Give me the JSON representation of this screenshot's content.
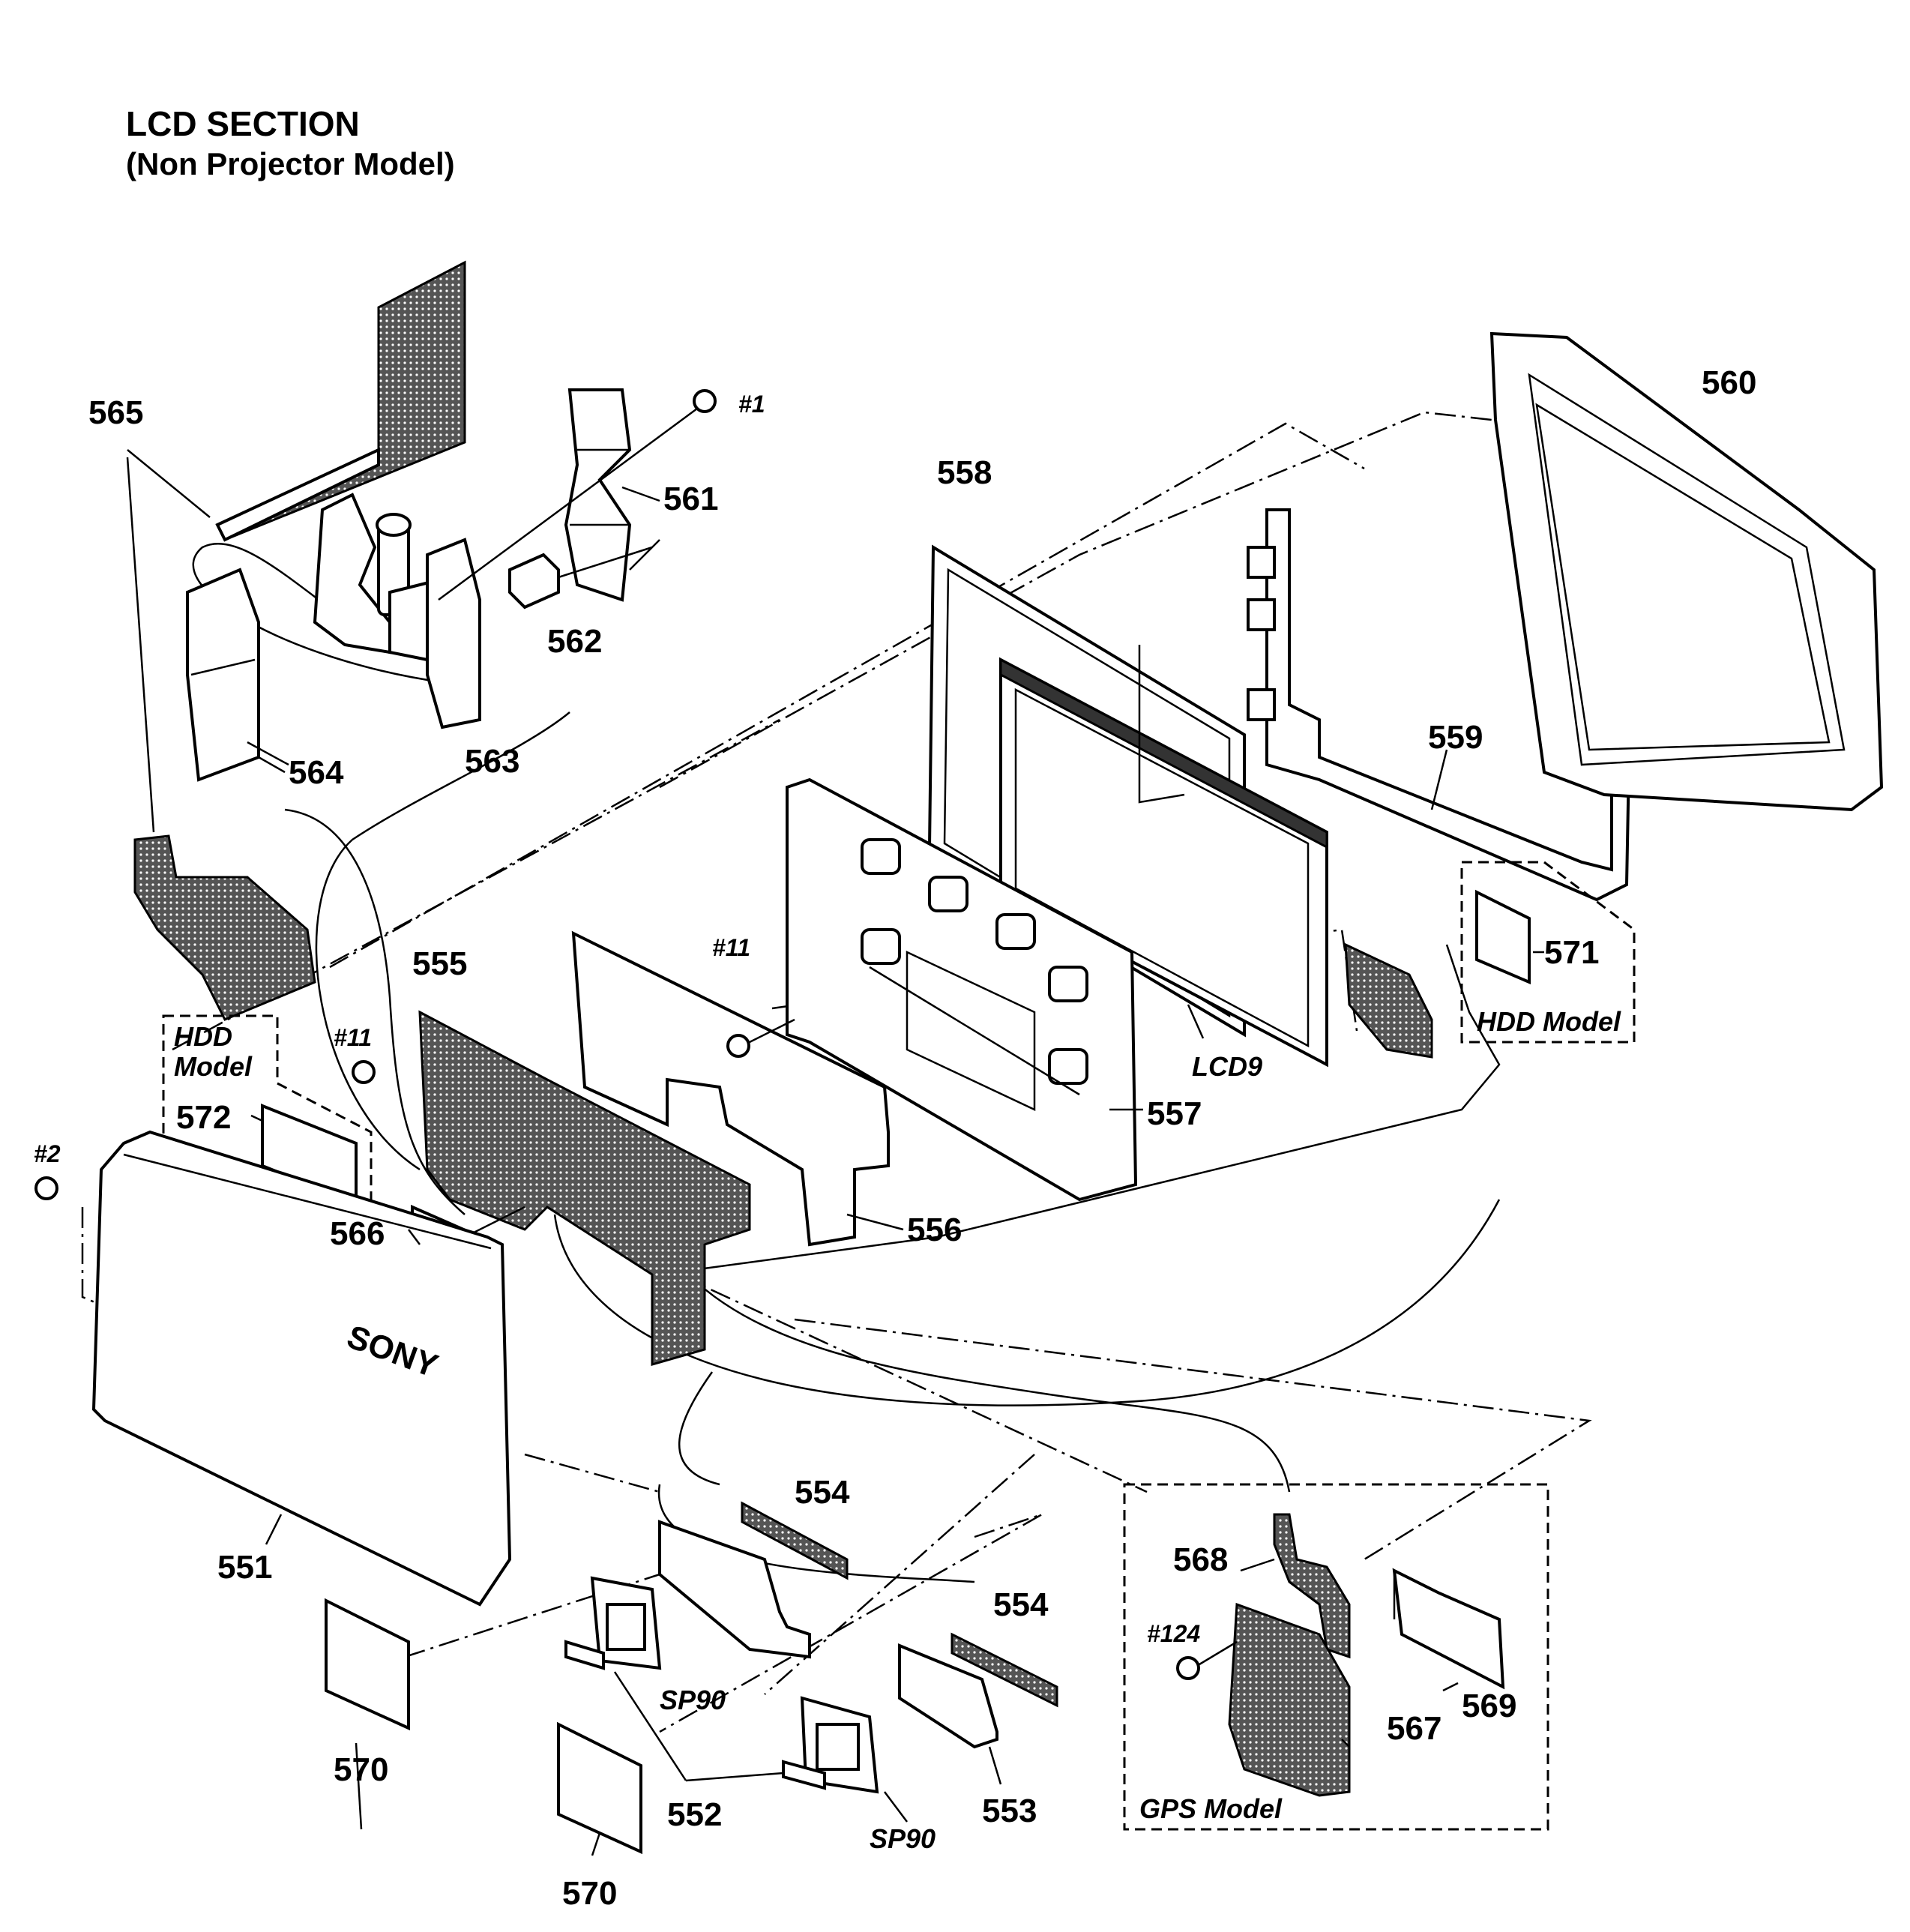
{
  "title": "LCD SECTION",
  "subtitle": "(Non Projector Model)",
  "part_numbers": {
    "p551": "551",
    "p552": "552",
    "p553": "553",
    "p554a": "554",
    "p554b": "554",
    "p555": "555",
    "p556": "556",
    "p557": "557",
    "p558": "558",
    "p559": "559",
    "p560": "560",
    "p561": "561",
    "p562": "562",
    "p563": "563",
    "p564": "564",
    "p565": "565",
    "p566": "566",
    "p567": "567",
    "p568": "568",
    "p569": "569",
    "p570a": "570",
    "p570b": "570",
    "p571": "571",
    "p572": "572"
  },
  "component_labels": {
    "lcd9": "LCD9",
    "sp90a": "SP90",
    "sp90b": "SP90"
  },
  "screw_labels": {
    "s1": "#1",
    "s2": "#2",
    "s11a": "#11",
    "s11b": "#11",
    "s124": "#124"
  },
  "variant_boxes": {
    "hdd_left_line1": "HDD",
    "hdd_left_line2": "Model",
    "hdd_right": "HDD Model",
    "gps": "GPS Model"
  },
  "logo_text": "SONY"
}
